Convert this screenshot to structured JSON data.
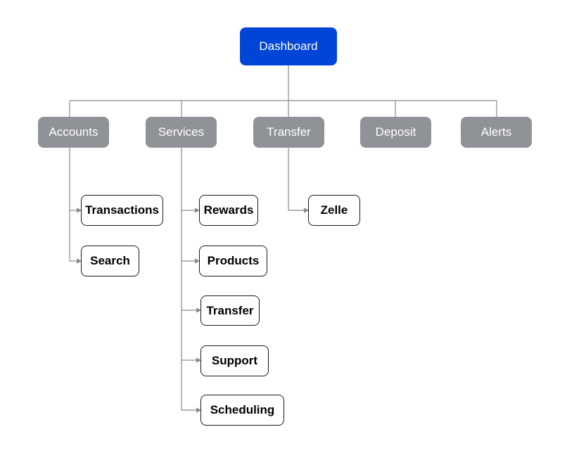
{
  "root": {
    "label": "Dashboard"
  },
  "sections": [
    {
      "label": "Accounts",
      "children": [
        "Transactions",
        "Search"
      ]
    },
    {
      "label": "Services",
      "children": [
        "Rewards",
        "Products",
        "Transfer",
        "Support",
        "Scheduling"
      ]
    },
    {
      "label": "Transfer",
      "children": [
        "Zelle"
      ]
    },
    {
      "label": "Deposit",
      "children": []
    },
    {
      "label": "Alerts",
      "children": []
    }
  ],
  "colors": {
    "root_fill": "#0045d8",
    "section_fill": "#8f9398",
    "connector": "#8a8a8a",
    "leaf_border": "#1a1a1a"
  }
}
